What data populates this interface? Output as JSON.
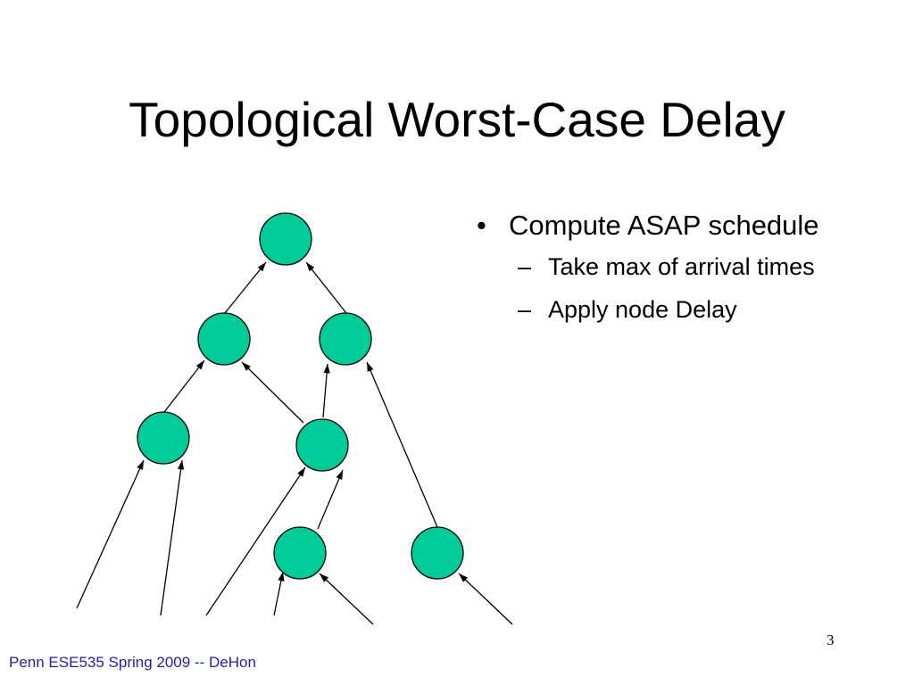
{
  "slide": {
    "title": "Topological Worst-Case Delay",
    "bullets": [
      {
        "text": "Compute ASAP schedule",
        "sub": [
          "Take max of arrival times",
          "Apply node Delay"
        ]
      }
    ],
    "footer": "Penn ESE535 Spring 2009 -- DeHon",
    "slide_number": "3"
  },
  "diagram": {
    "node_color": "#00cc99",
    "edge_color": "#000000",
    "nodes": [
      "root",
      "mid-left",
      "mid-right",
      "low-left",
      "low-center",
      "bottom-left",
      "bottom-right"
    ],
    "edges": [
      [
        "mid-left",
        "root"
      ],
      [
        "mid-right",
        "root"
      ],
      [
        "low-left",
        "mid-left"
      ],
      [
        "low-center",
        "mid-left"
      ],
      [
        "low-center",
        "mid-right"
      ],
      [
        "bottom-left",
        "low-center"
      ],
      [
        "bottom-right",
        "mid-right"
      ],
      [
        "input-1",
        "low-left"
      ],
      [
        "input-2",
        "low-left"
      ],
      [
        "input-3",
        "low-center"
      ],
      [
        "input-4",
        "bottom-left"
      ],
      [
        "input-5",
        "bottom-left"
      ],
      [
        "input-6",
        "bottom-right"
      ]
    ]
  }
}
